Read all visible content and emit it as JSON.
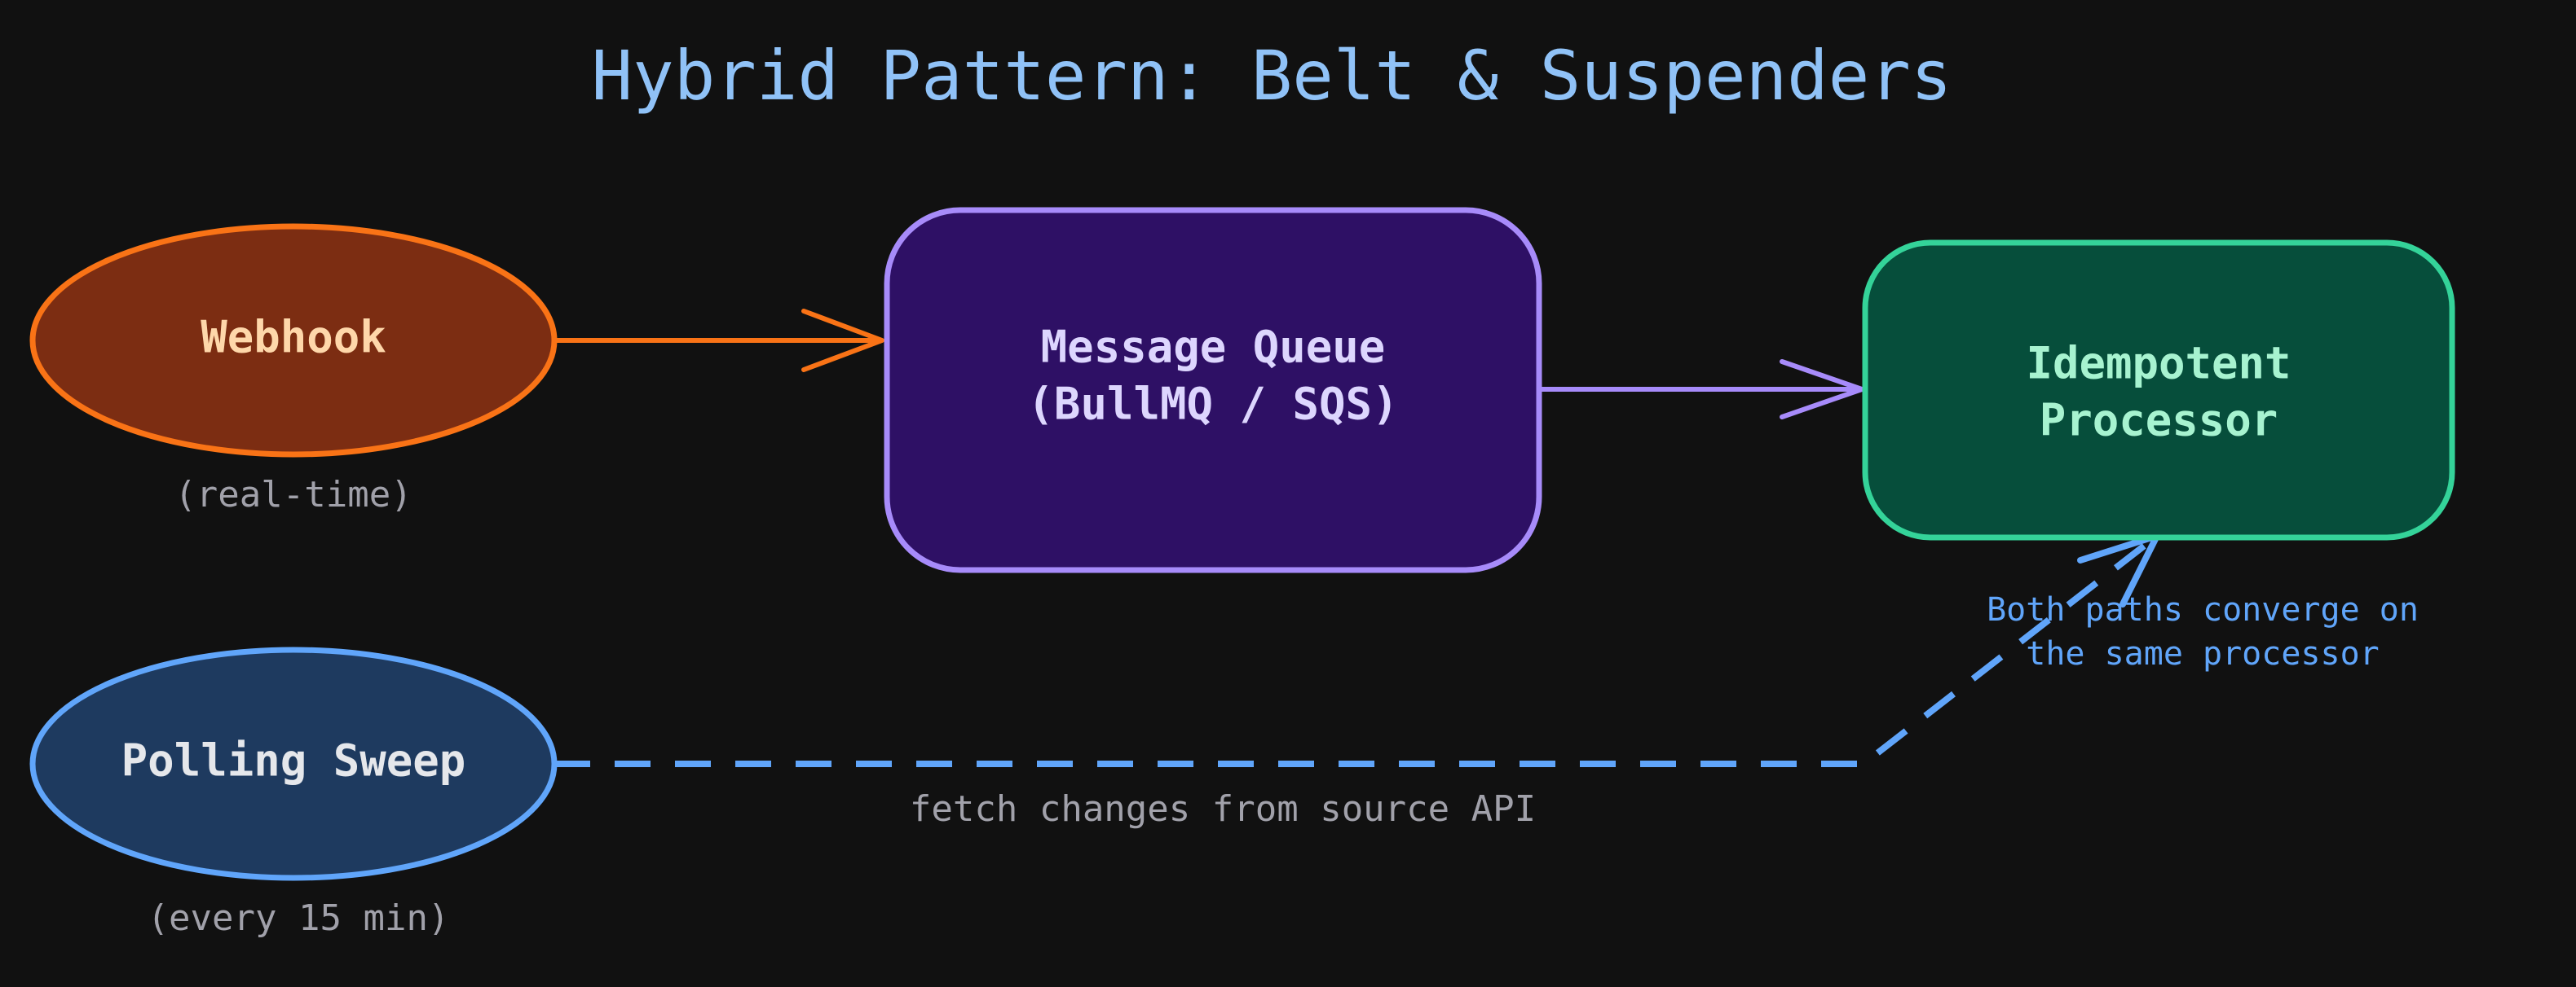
{
  "title": "Hybrid Pattern: Belt & Suspenders",
  "nodes": {
    "webhook": {
      "label": "Webhook",
      "caption": "(real-time)",
      "fill": "#7c2d12",
      "stroke": "#f97316",
      "text_color": "#fed7aa"
    },
    "queue": {
      "label_line1": "Message Queue",
      "label_line2": "(BullMQ / SQS)",
      "fill": "#2e1065",
      "stroke": "#a78bfa",
      "text_color": "#ddd6fe"
    },
    "processor": {
      "label_line1": "Idempotent",
      "label_line2": "Processor",
      "fill": "#064e3b",
      "stroke": "#34d399",
      "text_color": "#a7f3d0"
    },
    "polling": {
      "label": "Polling Sweep",
      "caption": "(every 15 min)",
      "fill": "#1e3a5f",
      "stroke": "#60a5fa",
      "text_color": "#e5e7eb"
    }
  },
  "edges": {
    "webhook_to_queue": {
      "color": "#f97316",
      "style": "solid"
    },
    "queue_to_processor": {
      "color": "#a78bfa",
      "style": "solid"
    },
    "polling_to_processor": {
      "color": "#60a5fa",
      "style": "dashed",
      "label": "fetch changes from source API"
    }
  },
  "annotation": {
    "line1": "Both paths converge on",
    "line2": "the same processor"
  }
}
